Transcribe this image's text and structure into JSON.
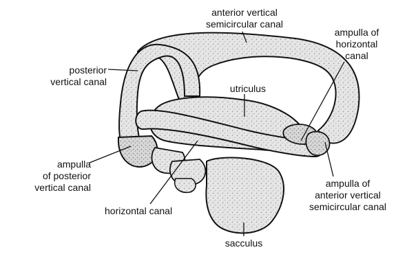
{
  "diagram": {
    "labels": {
      "anterior_vertical_canal": [
        "anterior vertical",
        "semicircular canal"
      ],
      "posterior_vertical_canal": [
        "posterior",
        "vertical canal"
      ],
      "utriculus": [
        "utriculus"
      ],
      "ampulla_horizontal_canal": [
        "ampulla of",
        "horizontal",
        "canal"
      ],
      "ampulla_posterior_vertical": [
        "ampulla",
        "of posterior",
        "vertical canal"
      ],
      "horizontal_canal": [
        "horizontal canal"
      ],
      "ampulla_anterior_vertical": [
        "ampulla of",
        "anterior vertical",
        "semicircular canal"
      ],
      "sacculus": [
        "sacculus"
      ]
    },
    "colors": {
      "ink": "#111111",
      "fill": "#e4e4e4",
      "stipple": "#8a8a8a"
    }
  }
}
